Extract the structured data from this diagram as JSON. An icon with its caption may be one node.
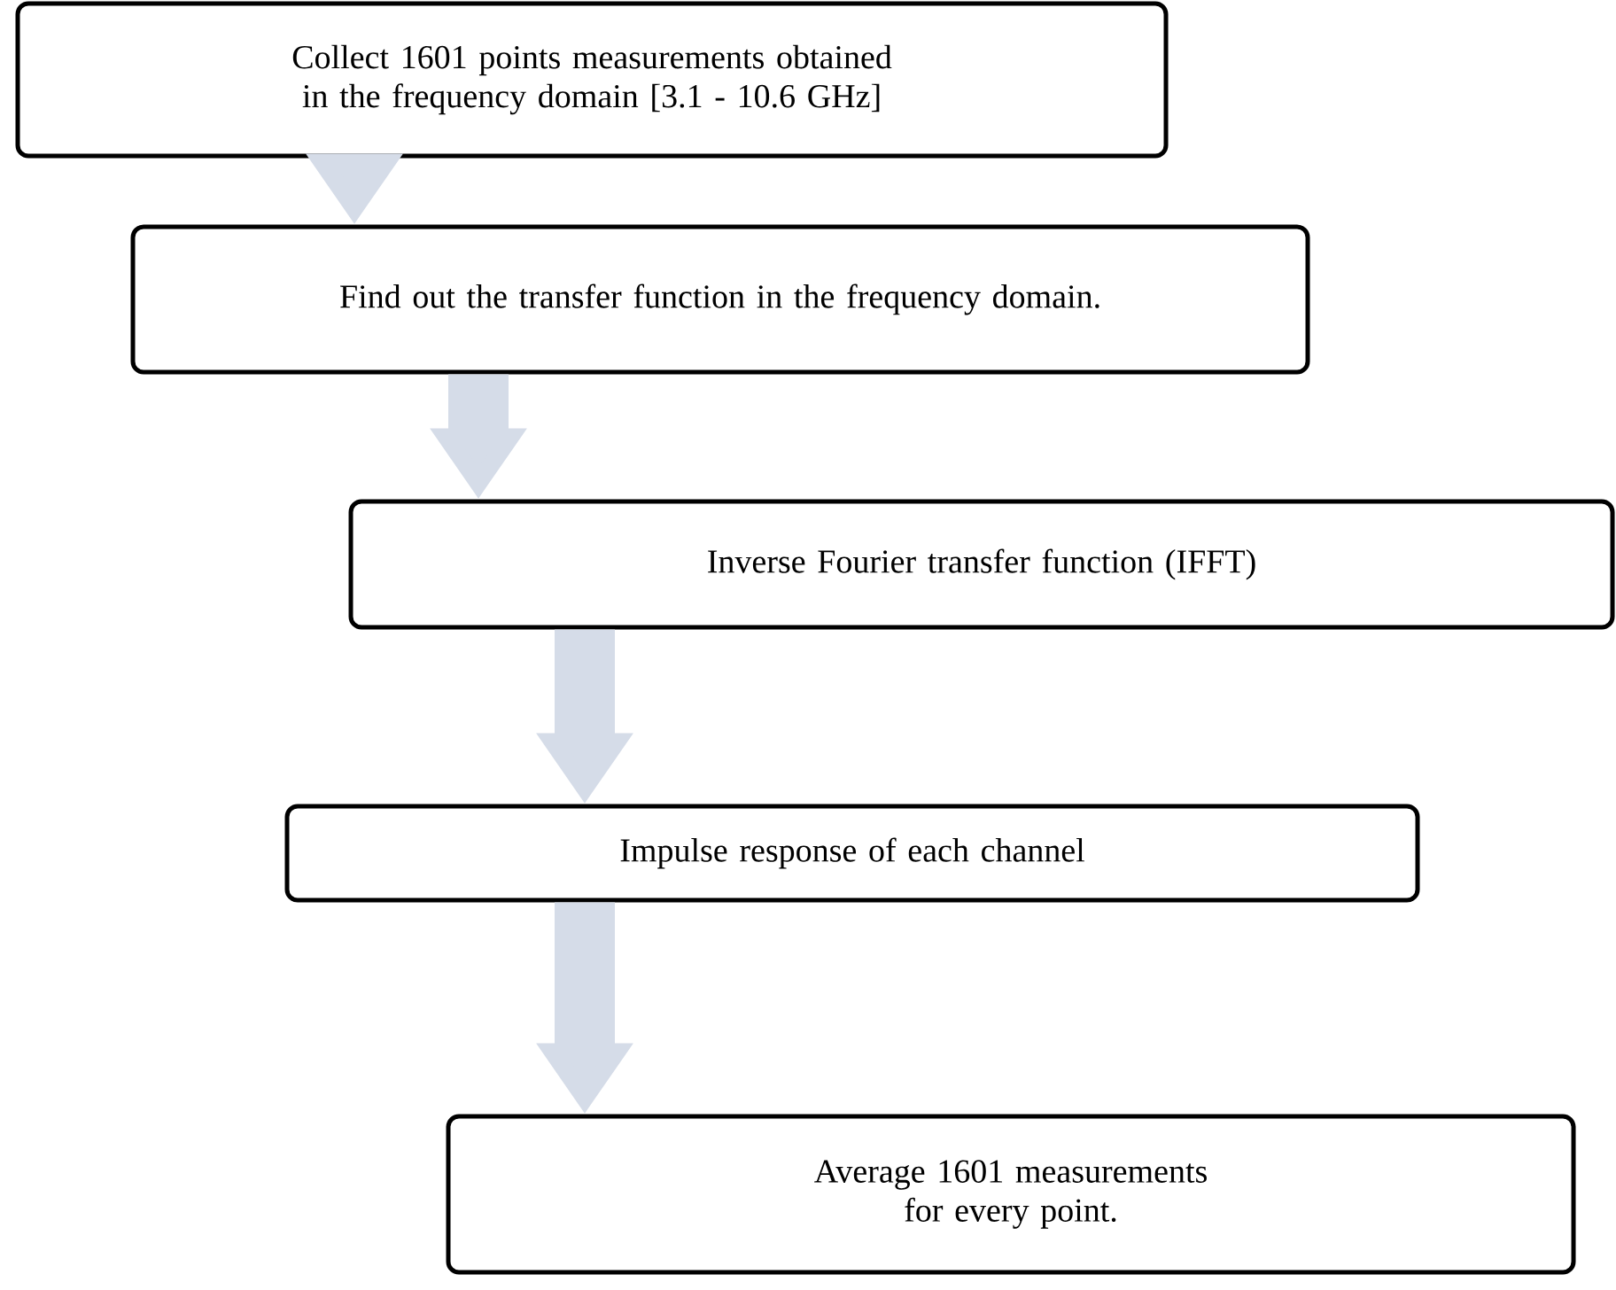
{
  "diagram": {
    "nodes": [
      {
        "text": [
          "Collect 1601 points measurements obtained in the frequency domain [3.1 - 10.6 GHz]"
        ]
      },
      {
        "text": [
          "Find out the transfer function in the frequency domain."
        ]
      },
      {
        "text": [
          "Inverse Fourier transfer function (IFFT)"
        ]
      },
      {
        "text": [
          "Impulse response of each channel"
        ]
      },
      {
        "text": [
          "Average 1601 measurements for every point."
        ]
      }
    ],
    "edges": [
      {
        "from": 0,
        "to": 1,
        "arrow": "to"
      },
      {
        "from": 1,
        "to": 2,
        "arrow": "to"
      },
      {
        "from": 2,
        "to": 3,
        "arrow": "to"
      },
      {
        "from": 3,
        "to": 4,
        "arrow": "to"
      }
    ]
  }
}
